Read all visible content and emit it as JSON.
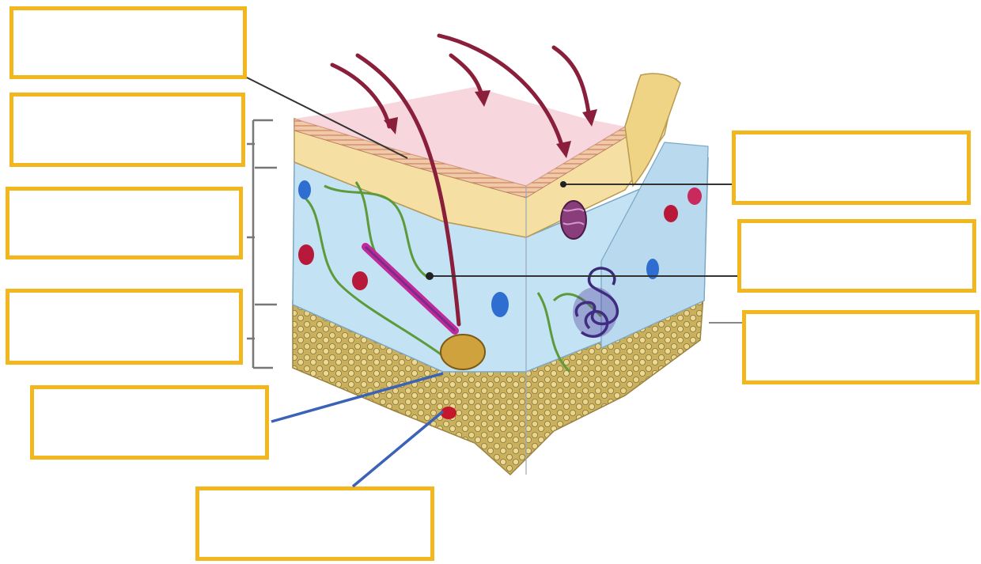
{
  "diagram": {
    "subject": "skin-cross-section",
    "label_boxes": [
      {
        "id": "box-top-left",
        "text": ""
      },
      {
        "id": "box-left-2",
        "text": ""
      },
      {
        "id": "box-left-3",
        "text": ""
      },
      {
        "id": "box-left-4",
        "text": ""
      },
      {
        "id": "box-bottom-left",
        "text": ""
      },
      {
        "id": "box-bottom-center",
        "text": ""
      },
      {
        "id": "box-right-1",
        "text": ""
      },
      {
        "id": "box-right-2",
        "text": ""
      },
      {
        "id": "box-right-3",
        "text": ""
      }
    ],
    "colors": {
      "box_border": "#f2b71e",
      "leader_blue": "#3a63b8",
      "leader_dark": "#333333",
      "epidermis": "#f3dca0",
      "dermis": "#bfe0f2",
      "fat": "#d9c277",
      "arrow": "#8a1f3c"
    }
  }
}
